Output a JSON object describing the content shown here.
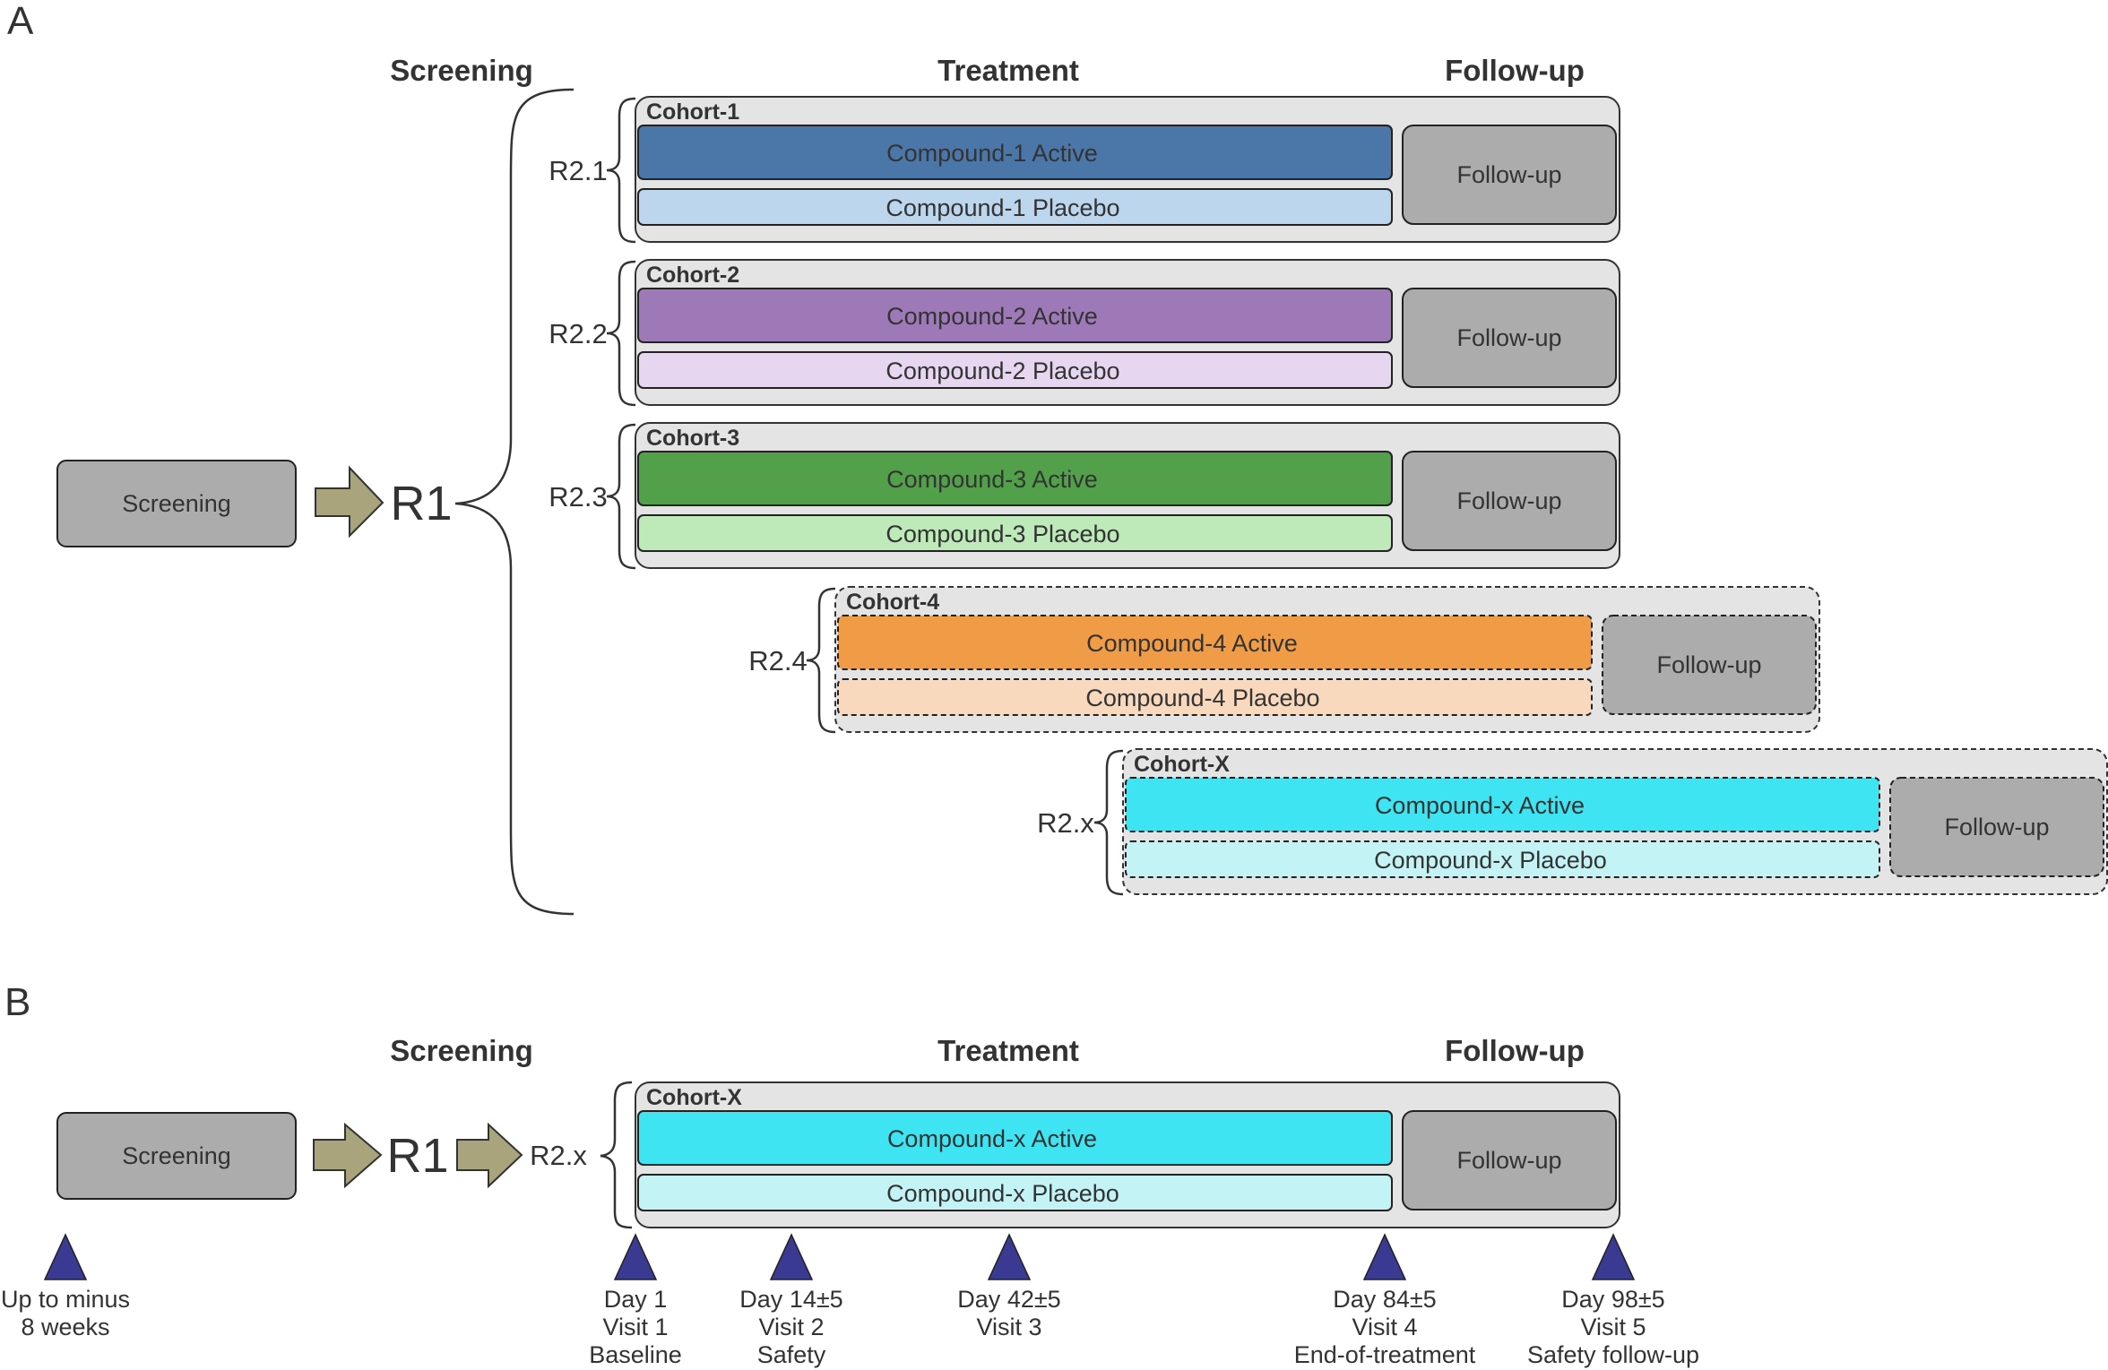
{
  "panel_a": {
    "letter": "A",
    "headers": {
      "screening": "Screening",
      "treatment": "Treatment",
      "followup": "Follow-up"
    },
    "screening_box": "Screening",
    "randomization": "R1",
    "cohorts": [
      {
        "label": "Cohort-1",
        "arm": "R2.1",
        "active": "Compound-1 Active",
        "placebo": "Compound-1 Placebo",
        "followup": "Follow-up",
        "active_color": "#4a76a8",
        "placebo_color": "#bcd6ee",
        "dashed": false
      },
      {
        "label": "Cohort-2",
        "arm": "R2.2",
        "active": "Compound-2 Active",
        "placebo": "Compound-2 Placebo",
        "followup": "Follow-up",
        "active_color": "#9d79b8",
        "placebo_color": "#e6d6f0",
        "dashed": false
      },
      {
        "label": "Cohort-3",
        "arm": "R2.3",
        "active": "Compound-3 Active",
        "placebo": "Compound-3 Placebo",
        "followup": "Follow-up",
        "active_color": "#52a04a",
        "placebo_color": "#bdeab8",
        "dashed": false
      },
      {
        "label": "Cohort-4",
        "arm": "R2.4",
        "active": "Compound-4 Active",
        "placebo": "Compound-4 Placebo",
        "followup": "Follow-up",
        "active_color": "#f09c46",
        "placebo_color": "#f8d9be",
        "dashed": true
      },
      {
        "label": "Cohort-X",
        "arm": "R2.x",
        "active": "Compound-x Active",
        "placebo": "Compound-x Placebo",
        "followup": "Follow-up",
        "active_color": "#3ee4f2",
        "placebo_color": "#c4f3f6",
        "dashed": true
      }
    ]
  },
  "panel_b": {
    "letter": "B",
    "headers": {
      "screening": "Screening",
      "treatment": "Treatment",
      "followup": "Follow-up"
    },
    "screening_box": "Screening",
    "randomization": "R1",
    "arm": "R2.x",
    "cohort": {
      "label": "Cohort-X",
      "active": "Compound-x Active",
      "placebo": "Compound-x Placebo",
      "followup": "Follow-up",
      "active_color": "#3ee4f2",
      "placebo_color": "#c4f3f6"
    },
    "visits": [
      {
        "lines": [
          "Up to minus",
          "8 weeks"
        ]
      },
      {
        "lines": [
          "Day 1",
          "Visit 1",
          "Baseline"
        ]
      },
      {
        "lines": [
          "Day 14±5",
          "Visit 2",
          "Safety"
        ]
      },
      {
        "lines": [
          "Day 42±5",
          "Visit 3"
        ]
      },
      {
        "lines": [
          "Day 84±5",
          "Visit 4",
          "End-of-treatment"
        ]
      },
      {
        "lines": [
          "Day 98±5",
          "Visit 5",
          "Safety follow-up"
        ]
      }
    ]
  },
  "colors": {
    "cohort_bg": "#e4e4e4",
    "followup_box": "#acacac",
    "screening_box": "#acacac",
    "arrow": "#aaa47c",
    "visit_marker": "#3a3a92",
    "text": "#333333"
  }
}
